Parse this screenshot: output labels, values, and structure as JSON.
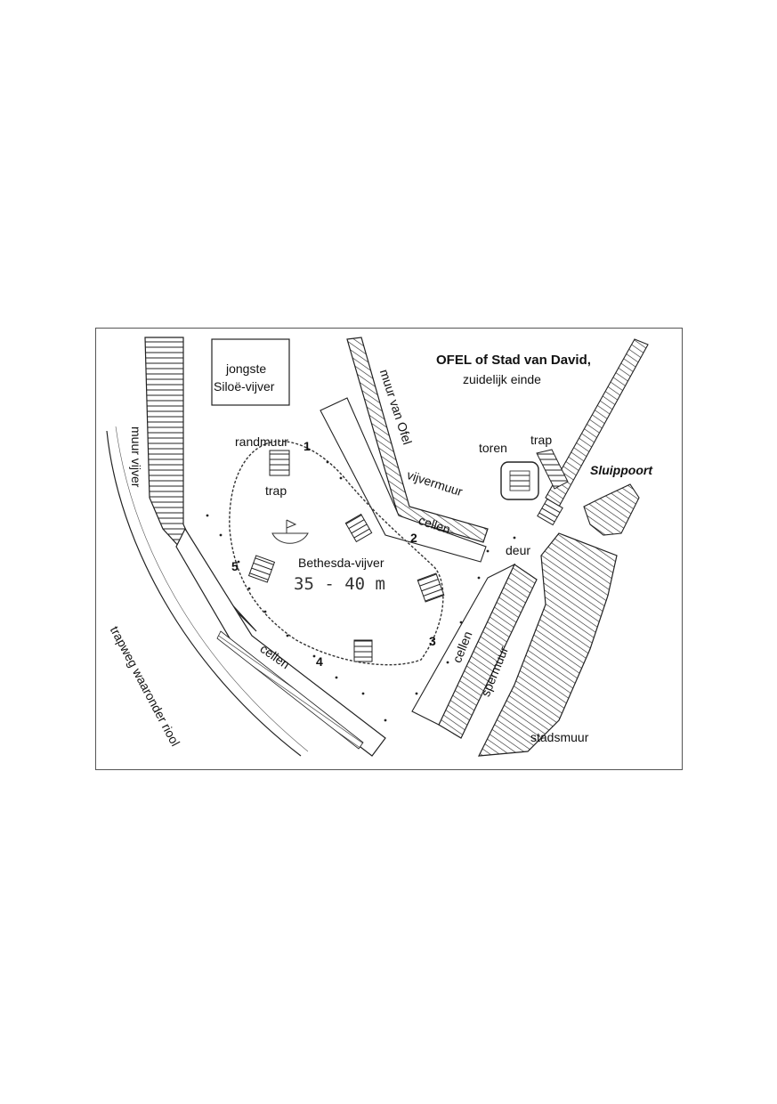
{
  "map": {
    "title": "OFEL of Stad van David,",
    "subtitle": "zuidelijk einde",
    "labels": {
      "jongste": "jongste",
      "siloe": "Siloë-vijver",
      "randmuur": "randmuur",
      "trap_left": "trap",
      "muur_vijver": "muur vijver",
      "muur_van_ofel": "muur van Ofel",
      "vijvermuur": "vijvermuur",
      "toren": "toren",
      "trap_right": "trap",
      "sluippoort": "Sluippoort",
      "cellen_top": "cellen",
      "deur": "deur",
      "bethesda": "Bethesda-vijver",
      "dimension": "35 - 40 m",
      "cellen_right": "cellen",
      "spermuur": "spermuur",
      "cellen_bottom": "cellen",
      "trapweg": "trapweg waaronder riool",
      "stadsmuur": "stadsmuur"
    },
    "numbers": [
      "1",
      "2",
      "3",
      "4",
      "5"
    ]
  }
}
